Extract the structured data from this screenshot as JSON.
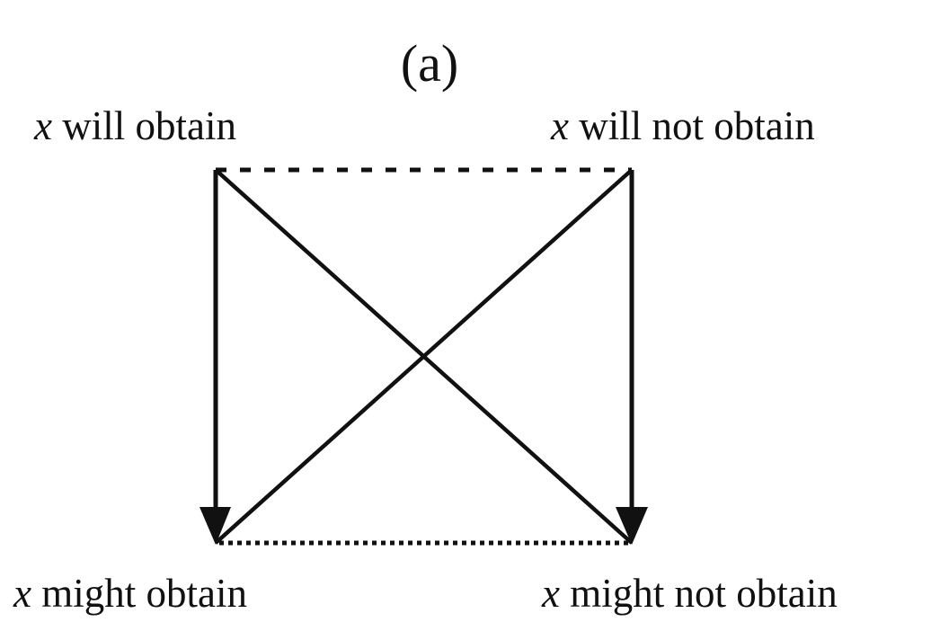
{
  "title": "(a)",
  "nodes": {
    "top_left": {
      "var": "x",
      "text": " will obtain"
    },
    "top_right": {
      "var": "x",
      "text": " will not obtain"
    },
    "bottom_left": {
      "var": "x",
      "text": " might obtain"
    },
    "bottom_right": {
      "var": "x",
      "text": " might not obtain"
    }
  },
  "edges": [
    {
      "from": "top_left",
      "to": "top_right",
      "style": "dashed"
    },
    {
      "from": "bottom_left",
      "to": "bottom_right",
      "style": "dotted"
    },
    {
      "from": "top_left",
      "to": "bottom_left",
      "style": "arrow"
    },
    {
      "from": "top_right",
      "to": "bottom_right",
      "style": "arrow"
    },
    {
      "from": "top_left",
      "to": "bottom_right",
      "style": "solid"
    },
    {
      "from": "top_right",
      "to": "bottom_left",
      "style": "solid"
    }
  ],
  "colors": {
    "ink": "#111111",
    "background": "#ffffff"
  }
}
